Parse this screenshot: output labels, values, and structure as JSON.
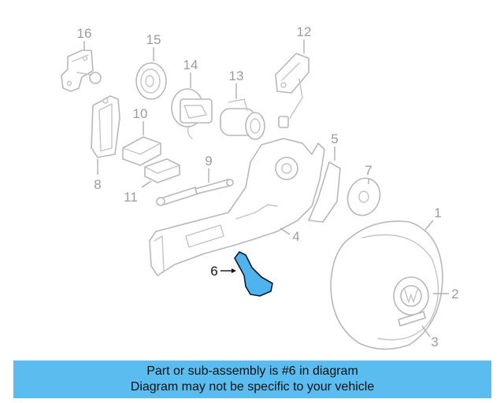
{
  "diagram": {
    "highlighted_part": "6",
    "highlight_color": "#4fb4ee",
    "callouts": {
      "c1": "1",
      "c2": "2",
      "c3": "3",
      "c4": "4",
      "c5": "5",
      "c6": "6",
      "c7": "7",
      "c8": "8",
      "c9": "9",
      "c10": "10",
      "c11": "11",
      "c12": "12",
      "c13": "13",
      "c14": "14",
      "c15": "15",
      "c16": "16"
    },
    "emblem": "VW"
  },
  "banner": {
    "line1": "Part or sub-assembly is #6 in diagram",
    "line2": "Diagram may not be specific to your vehicle",
    "color": "#5bbcf0"
  }
}
